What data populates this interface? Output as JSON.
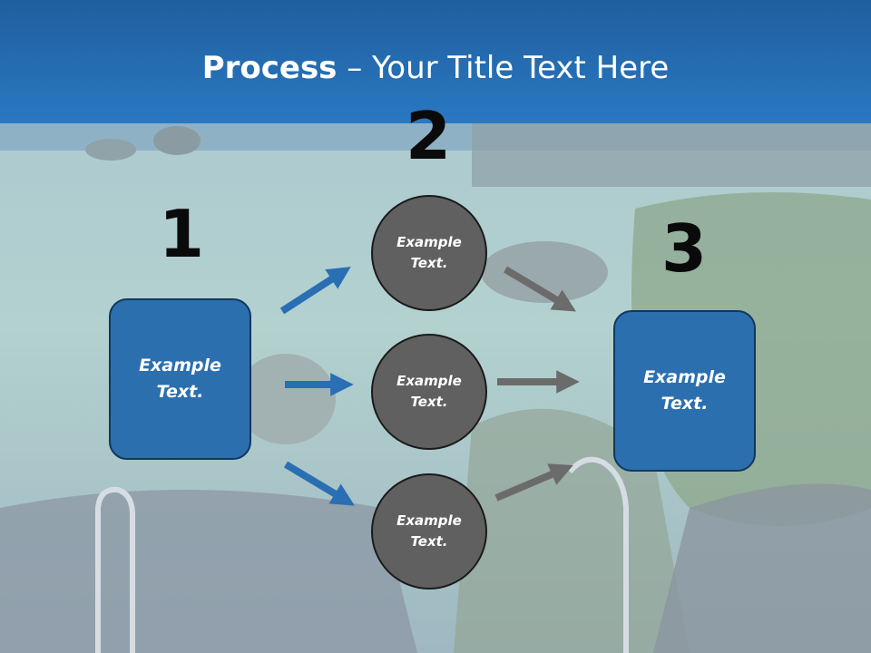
{
  "slide": {
    "title_bold": "Process",
    "title_rest": " – Your Title Text Here"
  },
  "steps": {
    "one": "1",
    "two": "2",
    "three": "3"
  },
  "box_left": {
    "label": "Example\nText."
  },
  "box_right": {
    "label": "Example\nText."
  },
  "circles": [
    {
      "label": "Example\nText."
    },
    {
      "label": "Example\nText."
    },
    {
      "label": "Example\nText."
    }
  ],
  "colors": {
    "box_fill": "#2c6fae",
    "circle_fill": "#606060",
    "arrow_blue": "#2a6fb3",
    "arrow_gray": "#6b6b6b"
  }
}
